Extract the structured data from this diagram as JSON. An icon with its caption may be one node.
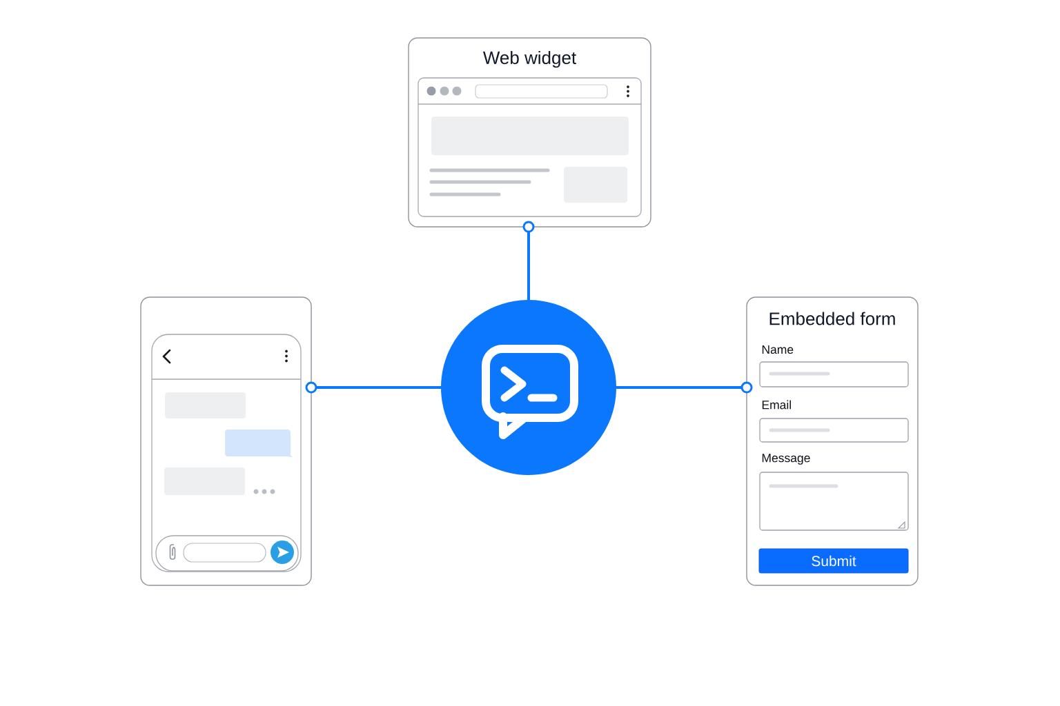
{
  "diagram": {
    "nodes": [
      {
        "text": [
          "Web widget"
        ]
      },
      {
        "text": [],
        "shape": "box"
      },
      {
        "text": [],
        "shape": "circle"
      },
      {
        "text": [
          "Embedded form",
          "Name",
          "Email",
          "Message"
        ]
      },
      {
        "text": [
          "Submit"
        ],
        "in": 3
      }
    ],
    "edges": [
      {
        "from": 2,
        "to": 0,
        "arrow": "other"
      },
      {
        "from": 2,
        "to": 1,
        "arrow": "other"
      },
      {
        "from": 2,
        "to": 3,
        "arrow": "other"
      }
    ]
  }
}
